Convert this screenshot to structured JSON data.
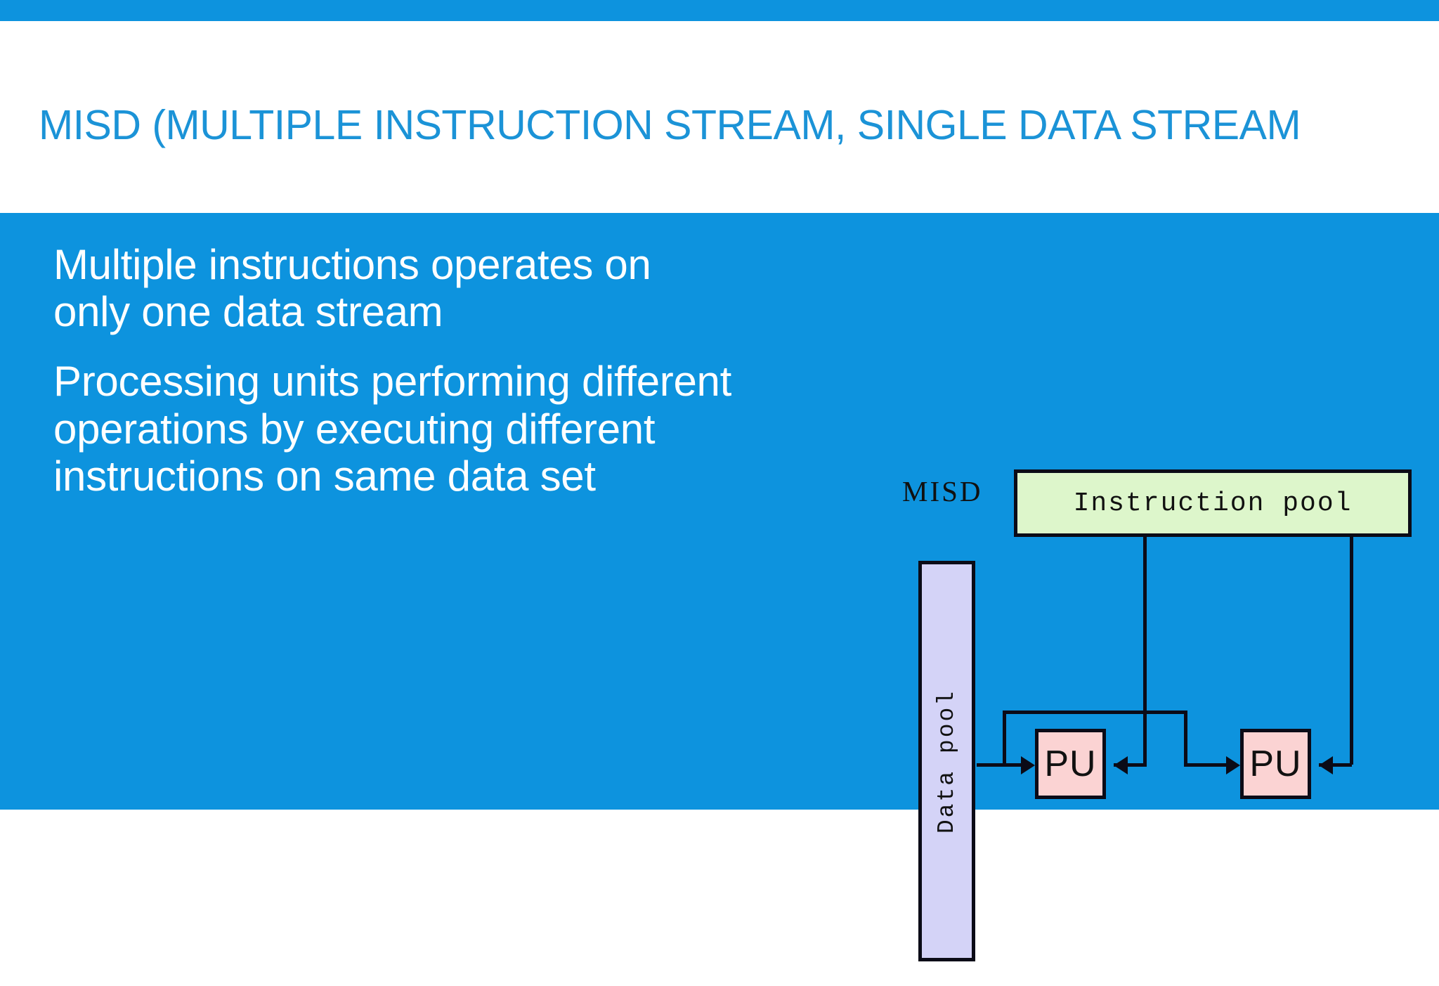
{
  "slide": {
    "title": "MISD (MULTIPLE INSTRUCTION STREAM, SINGLE DATA STREAM",
    "title_color": "#1B93D7",
    "background_color": "#0D93DE",
    "accent_bar_color": "#0D93DE"
  },
  "body": {
    "paragraphs": [
      "Multiple instructions operates on\nonly one data stream",
      "Processing units performing different\noperations by executing different\ninstructions on same data set"
    ]
  },
  "diagram": {
    "model_label": "MISD",
    "instruction_pool": {
      "label": "Instruction pool",
      "fill": "#DDF6CB"
    },
    "data_pool": {
      "label": "Data pool",
      "fill": "#D4D3F7"
    },
    "processing_units": [
      {
        "label": "PU",
        "fill": "#FBD3D3"
      },
      {
        "label": "PU",
        "fill": "#FBD3D3"
      }
    ],
    "connector_color": "#0b0b17"
  }
}
